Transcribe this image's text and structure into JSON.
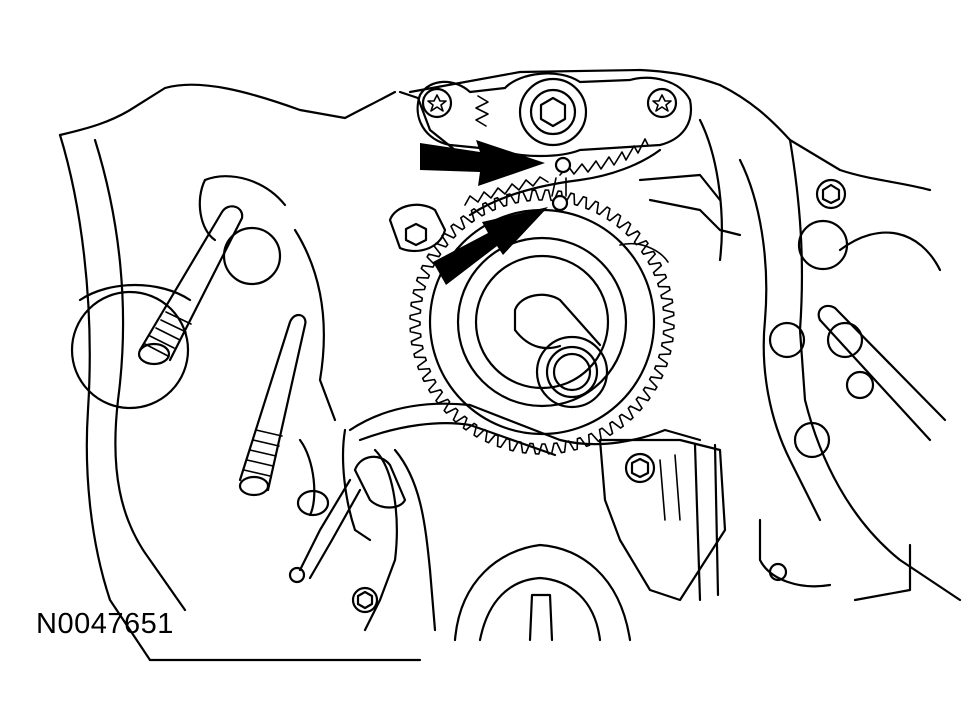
{
  "figure": {
    "id_label": "N0047651",
    "line_color": "#000000",
    "background_color": "#ffffff"
  },
  "callouts": [
    {
      "name": "upper-arrow",
      "target": "timing-mark-crankshaft-sprocket"
    },
    {
      "name": "lower-arrow",
      "target": "timing-mark-gear"
    }
  ]
}
